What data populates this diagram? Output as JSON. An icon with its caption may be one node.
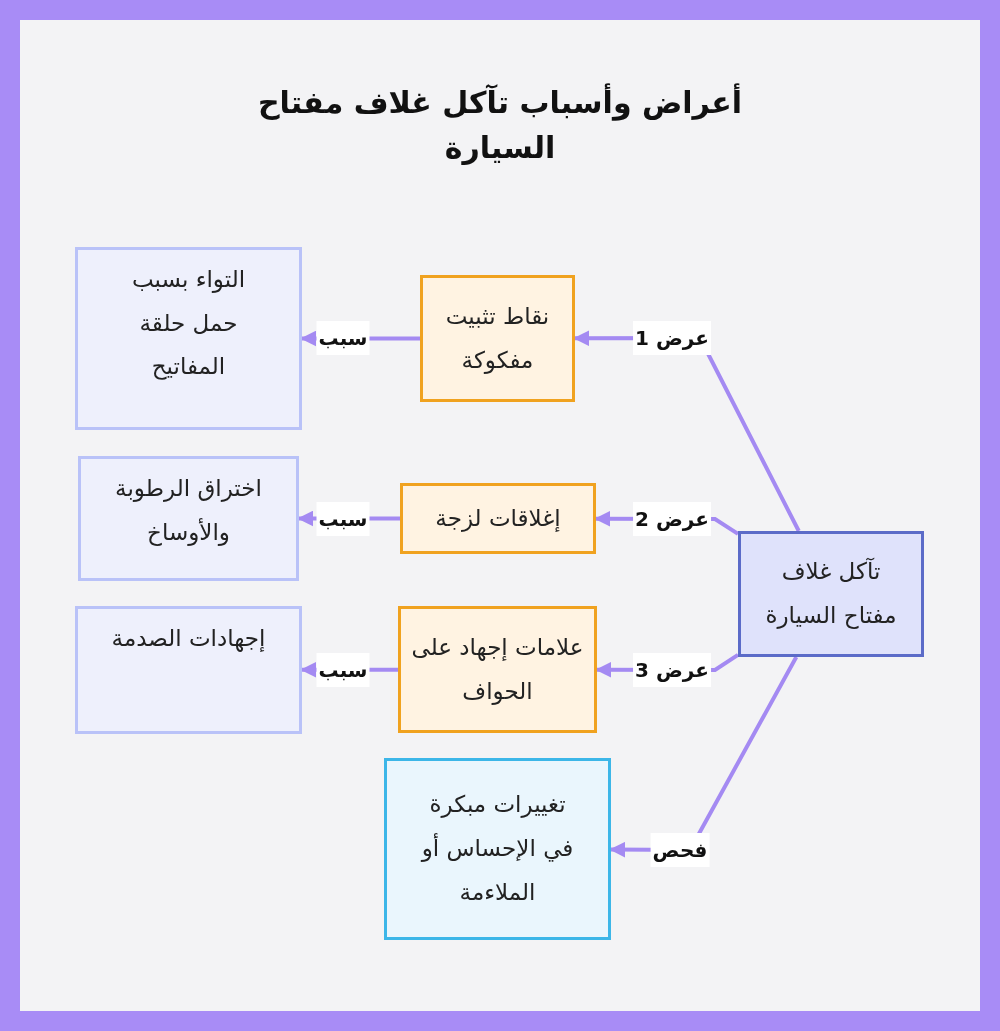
{
  "diagram": {
    "title": "أعراض وأسباب تآكل غلاف مفتاح السيارة",
    "nodes": [
      {
        "text": [
          "تآكل غلاف مفتاح السيارة"
        ]
      },
      {
        "text": [
          "نقاط تثبيت مفكوكة"
        ]
      },
      {
        "text": [
          "إغلاقات لزجة"
        ]
      },
      {
        "text": [
          "علامات إجهاد على الحواف"
        ]
      },
      {
        "text": [
          "تغييرات مبكرة في الإحساس أو الملاءمة"
        ]
      },
      {
        "text": [
          "التواء بسبب حمل حلقة المفاتيح"
        ]
      },
      {
        "text": [
          "اختراق الرطوبة والأوساخ"
        ]
      },
      {
        "text": [
          "إجهادات الصدمة"
        ]
      }
    ],
    "edges": [
      {
        "from": 0,
        "to": 1,
        "arrow": "to",
        "label": "عرض 1"
      },
      {
        "from": 0,
        "to": 2,
        "arrow": "to",
        "label": "عرض 2"
      },
      {
        "from": 0,
        "to": 3,
        "arrow": "to",
        "label": "عرض 3"
      },
      {
        "from": 0,
        "to": 4,
        "arrow": "to",
        "label": "فحص"
      },
      {
        "from": 1,
        "to": 5,
        "arrow": "to",
        "label": "سبب"
      },
      {
        "from": 2,
        "to": 6,
        "arrow": "to",
        "label": "سبب"
      },
      {
        "from": 3,
        "to": 7,
        "arrow": "to",
        "label": "سبب"
      }
    ]
  }
}
